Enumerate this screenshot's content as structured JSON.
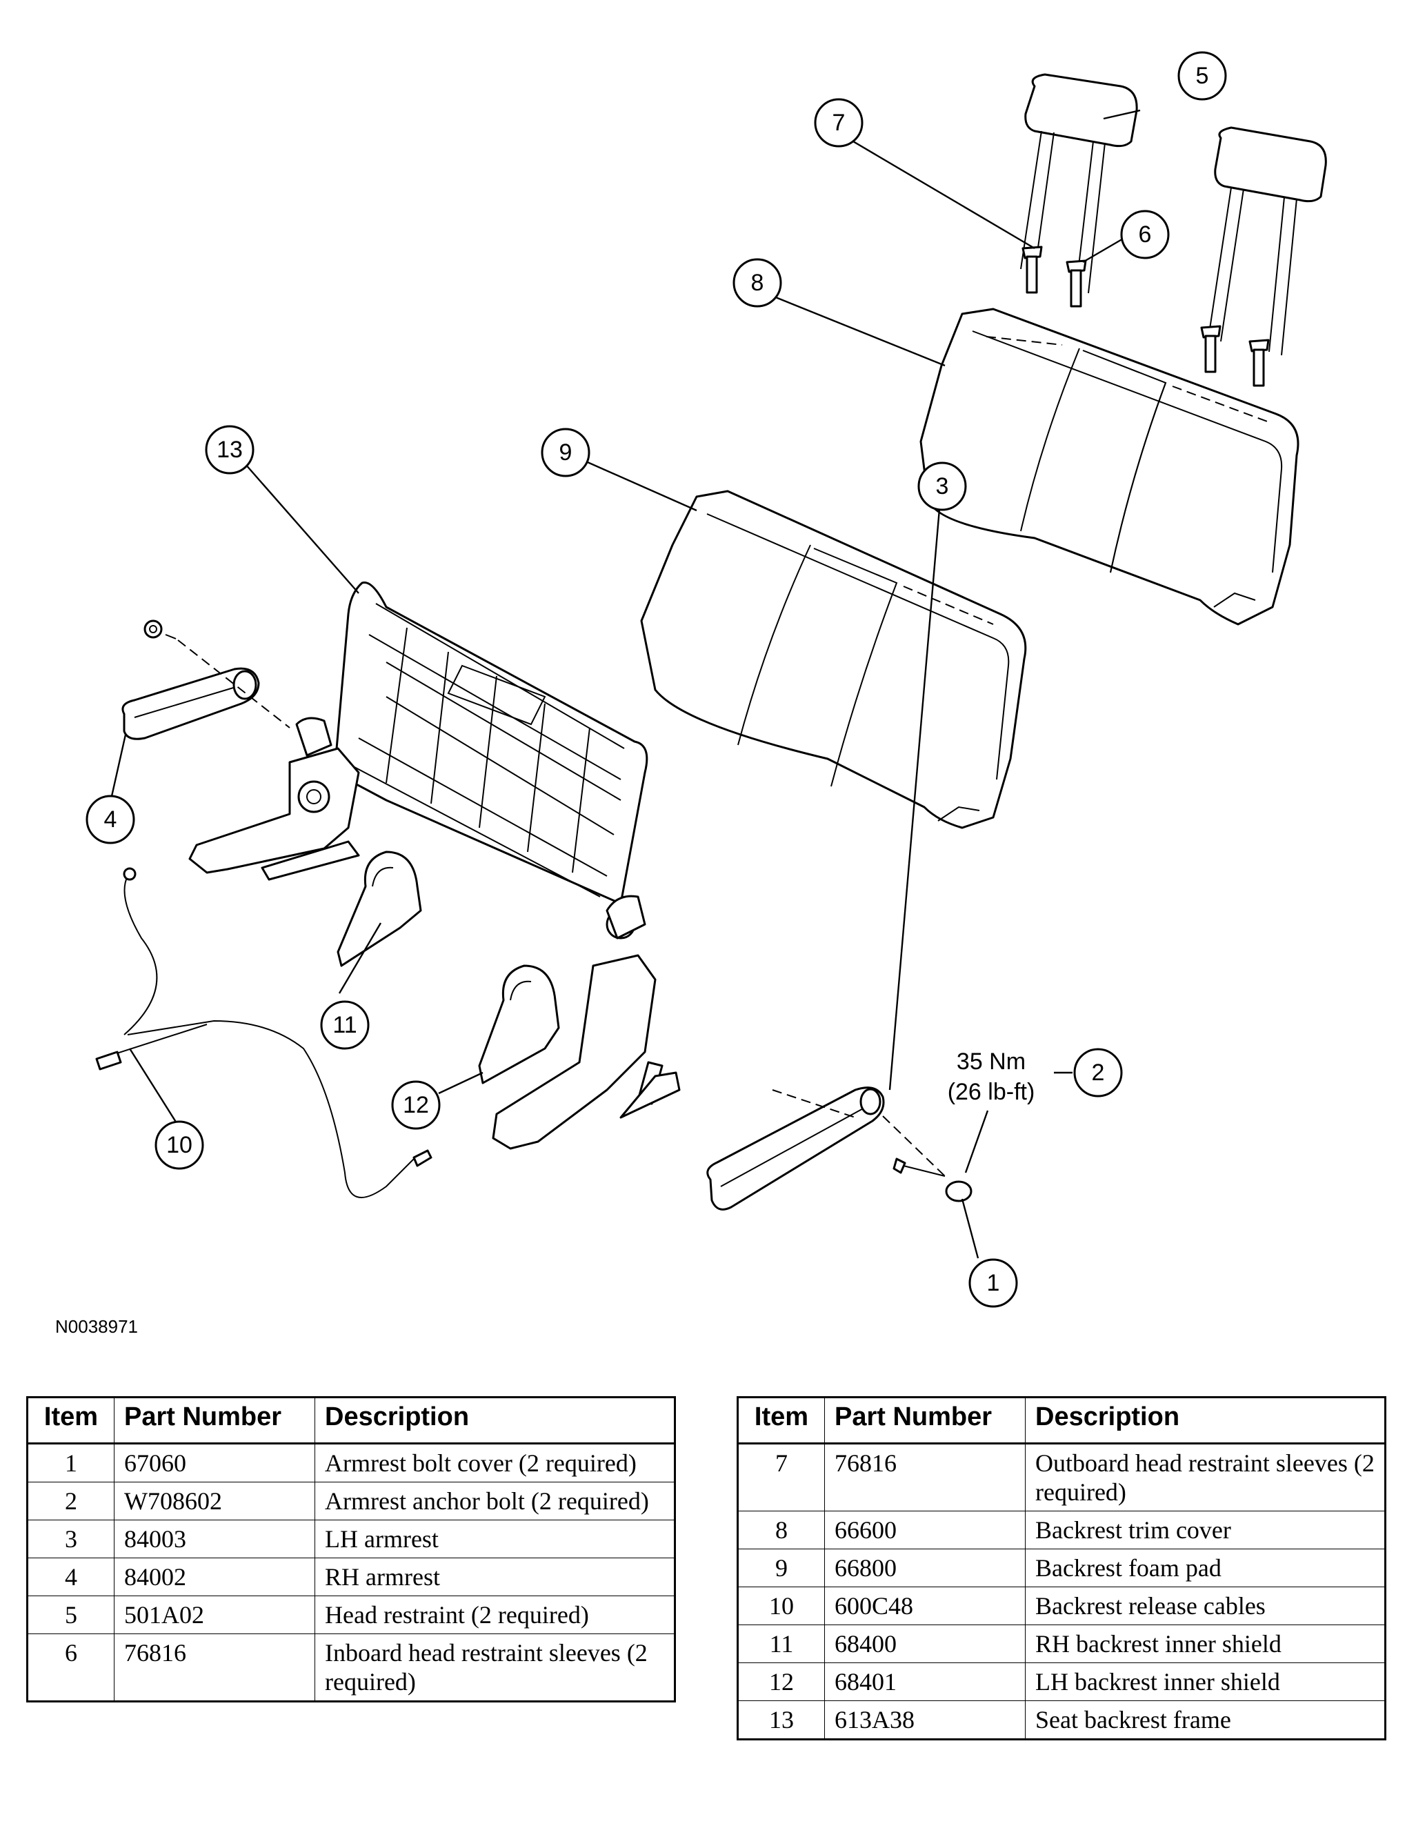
{
  "figure_id": "N0038971",
  "callouts": {
    "c1": "1",
    "c2": "2",
    "c3": "3",
    "c4": "4",
    "c5": "5",
    "c6": "6",
    "c7": "7",
    "c8": "8",
    "c9": "9",
    "c10": "10",
    "c11": "11",
    "c12": "12",
    "c13": "13"
  },
  "torque": {
    "metric": "35 Nm",
    "imperial": "(26 lb-ft)"
  },
  "table_headers": {
    "item": "Item",
    "part_number": "Part Number",
    "description": "Description"
  },
  "table_left": [
    {
      "item": "1",
      "part": "67060",
      "desc": "Armrest bolt cover (2 required)"
    },
    {
      "item": "2",
      "part": "W708602",
      "desc": "Armrest anchor bolt (2 required)"
    },
    {
      "item": "3",
      "part": "84003",
      "desc": "LH armrest"
    },
    {
      "item": "4",
      "part": "84002",
      "desc": "RH armrest"
    },
    {
      "item": "5",
      "part": "501A02",
      "desc": "Head restraint (2 required)"
    },
    {
      "item": "6",
      "part": "76816",
      "desc": "Inboard head restraint sleeves (2 required)"
    }
  ],
  "table_right": [
    {
      "item": "7",
      "part": "76816",
      "desc": "Outboard head restraint sleeves (2 required)"
    },
    {
      "item": "8",
      "part": "66600",
      "desc": "Backrest trim cover"
    },
    {
      "item": "9",
      "part": "66800",
      "desc": "Backrest foam pad"
    },
    {
      "item": "10",
      "part": "600C48",
      "desc": "Backrest release cables"
    },
    {
      "item": "11",
      "part": "68400",
      "desc": "RH backrest inner shield"
    },
    {
      "item": "12",
      "part": "68401",
      "desc": "LH backrest inner shield"
    },
    {
      "item": "13",
      "part": "613A38",
      "desc": "Seat backrest frame"
    }
  ]
}
